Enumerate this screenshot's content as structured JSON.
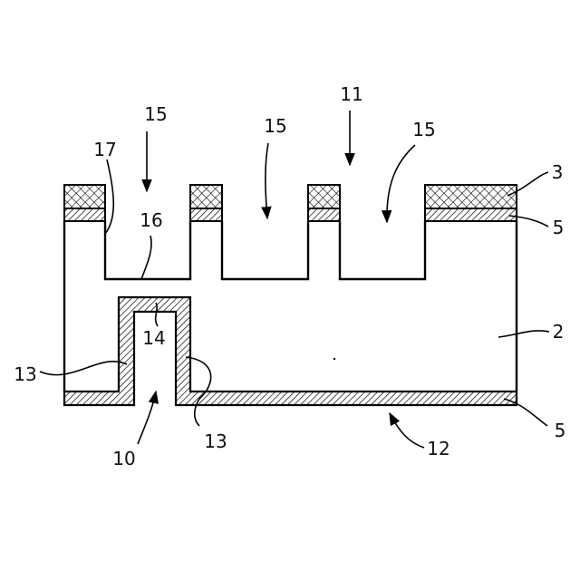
{
  "labels": {
    "l15a": "15",
    "l15b": "15",
    "l15c": "15",
    "l11": "11",
    "l17": "17",
    "l16": "16",
    "l3": "3",
    "l5a": "5",
    "l2": "2",
    "l14": "14",
    "l13a": "13",
    "l13b": "13",
    "l10": "10",
    "l12": "12",
    "l5b": "5"
  },
  "colors": {
    "stroke": "#000000",
    "background": "#ffffff"
  }
}
